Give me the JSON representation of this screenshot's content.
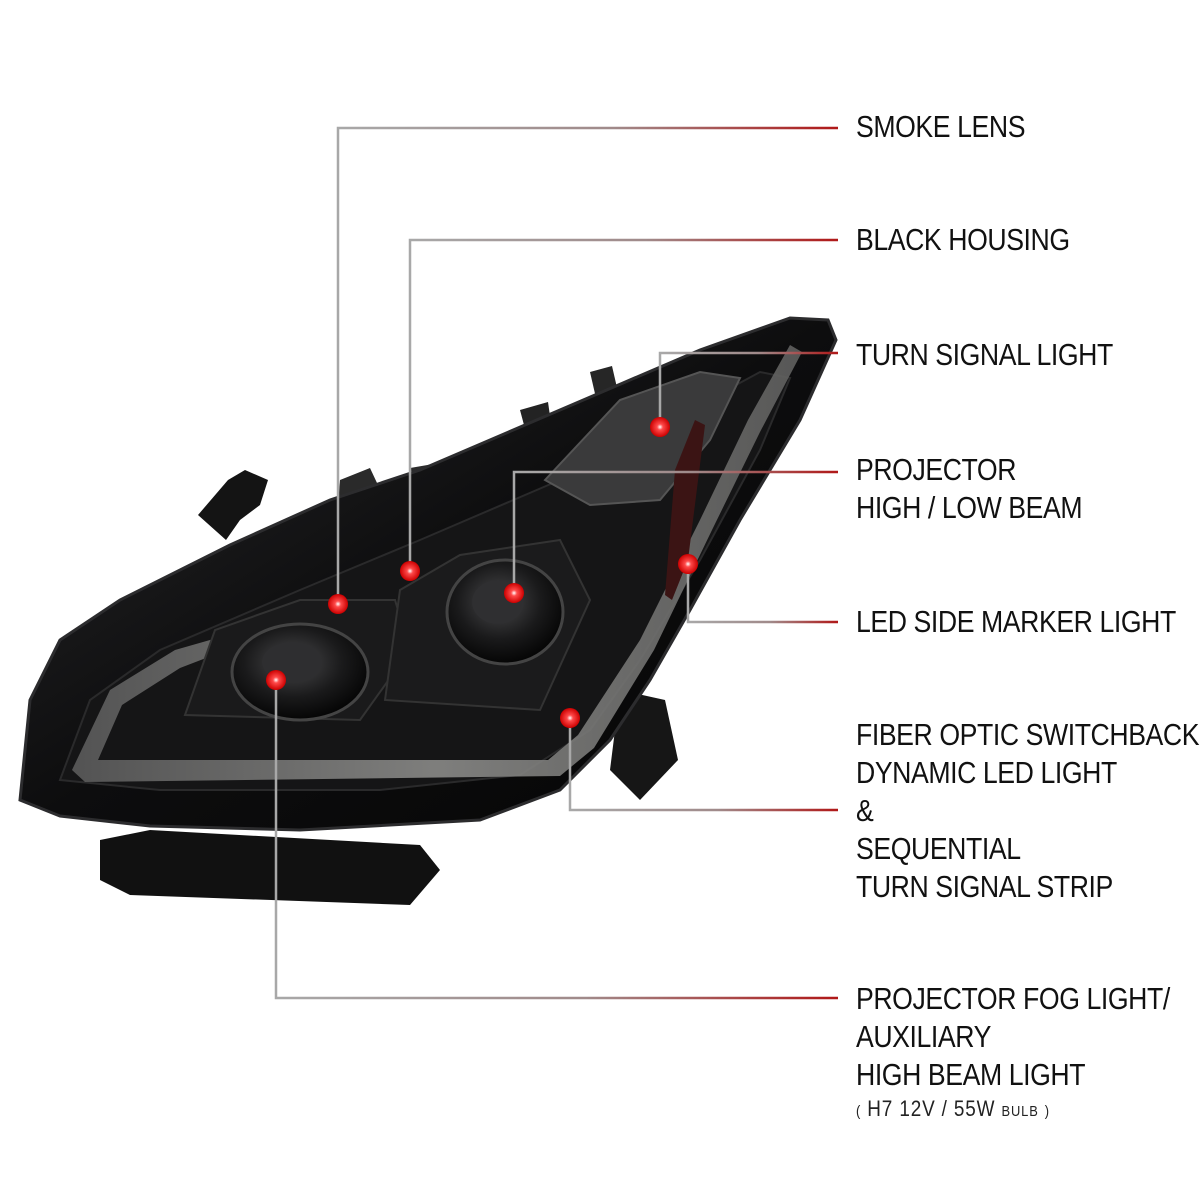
{
  "colors": {
    "dot": "#dd1111",
    "leader_grey": "#9a9a9a",
    "leader_red": "#b01818",
    "housing": "#0f0f10"
  },
  "labels": {
    "smoke_lens": "SMOKE LENS",
    "black_housing": "BLACK HOUSING",
    "turn_signal": "TURN SIGNAL LIGHT",
    "projector": [
      "PROJECTOR",
      "HIGH / LOW BEAM"
    ],
    "side_marker": "LED SIDE MARKER LIGHT",
    "fiber_optic": [
      "FIBER OPTIC SWITCHBACK",
      "DYNAMIC LED LIGHT",
      "&",
      "SEQUENTIAL",
      "TURN SIGNAL STRIP"
    ],
    "fog_light": [
      "PROJECTOR FOG LIGHT/",
      "AUXILIARY",
      "HIGH BEAM LIGHT"
    ],
    "bulb": {
      "open": "(",
      "type": "H7",
      "spec": "12V / 55W",
      "word": "BULB",
      "close": ")"
    }
  }
}
